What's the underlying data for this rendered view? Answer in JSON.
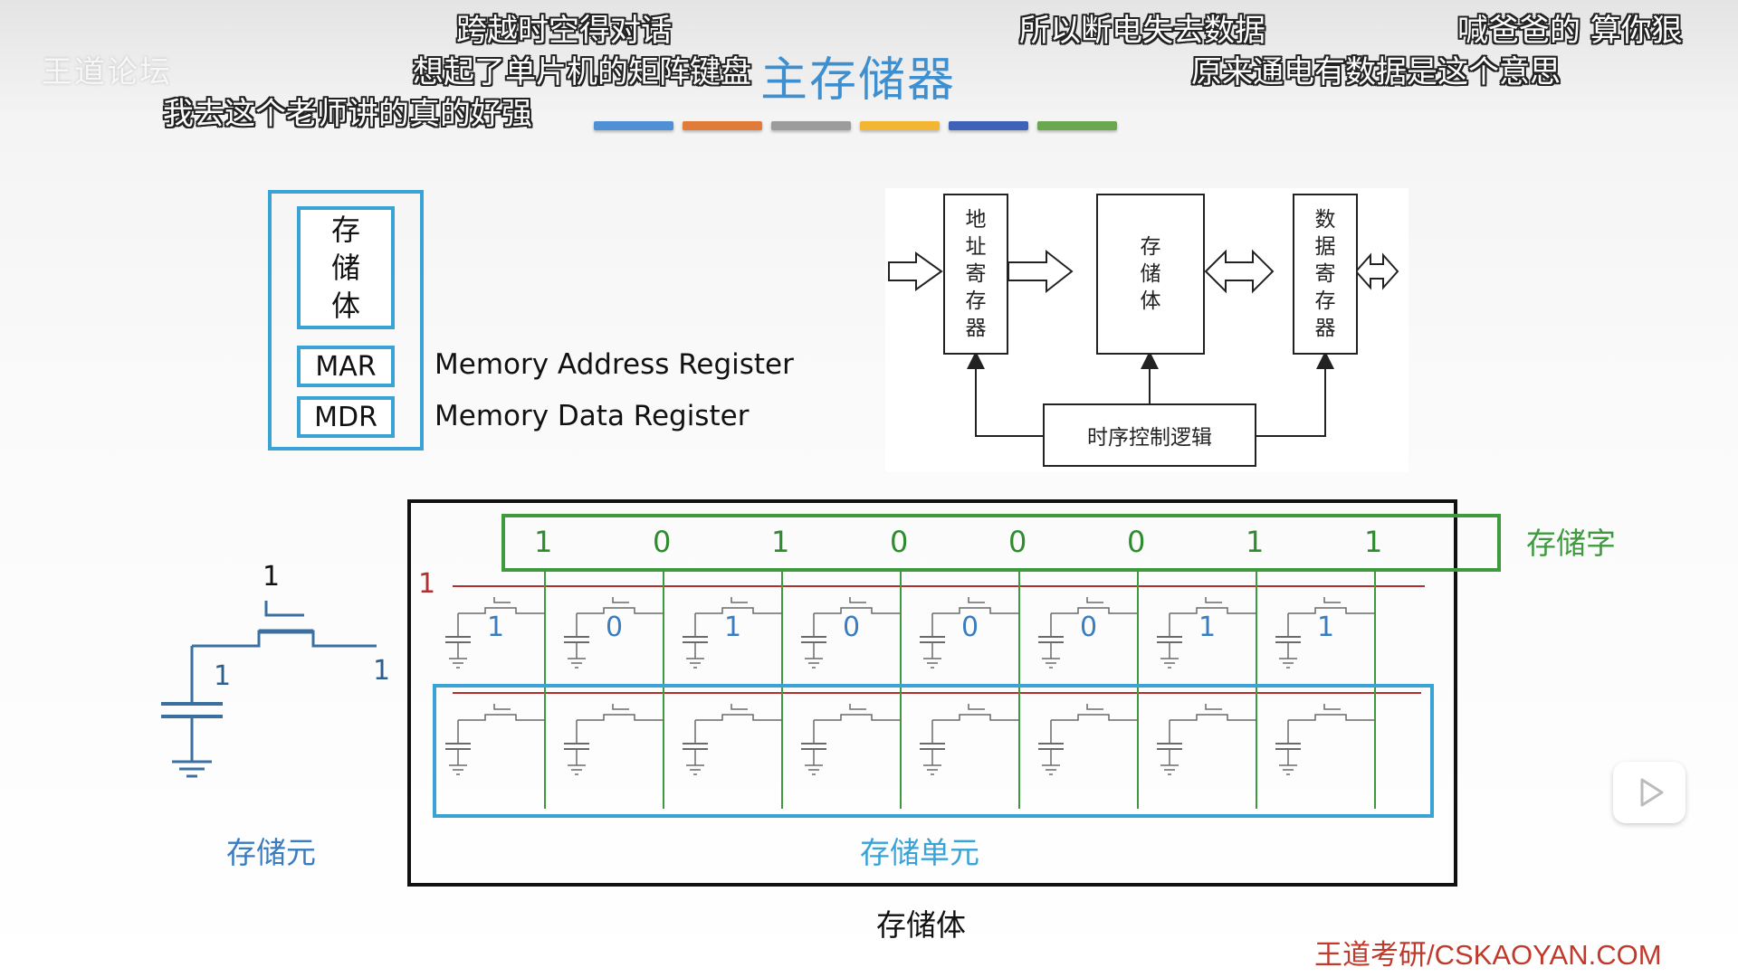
{
  "watermark_logo": "王道论坛",
  "title": "主存储器",
  "danmaku": [
    "跨越时空得对话",
    "想起了单片机的矩阵键盘",
    "我去这个老师讲的真的好强",
    "所以断电失去数据",
    "原来通电有数据是这个意思",
    "喊爸爸的  算你狠"
  ],
  "color_bars": [
    "#4f8fd6",
    "#e07b3a",
    "#9c9c9c",
    "#f2b632",
    "#3d62b8",
    "#6aa84f"
  ],
  "left_box": {
    "storage_chars": [
      "存",
      "储",
      "体"
    ],
    "mar": "MAR",
    "mdr": "MDR",
    "mar_desc": "Memory Address Register",
    "mdr_desc": "Memory Data Register"
  },
  "block_diagram": {
    "addr_reg_chars": [
      "地",
      "址",
      "寄",
      "存",
      "器"
    ],
    "storage_chars": [
      "存",
      "储",
      "体"
    ],
    "data_reg_chars": [
      "数",
      "据",
      "寄",
      "存",
      "器"
    ],
    "timing_logic": "时序控制逻辑"
  },
  "cell_diagram": {
    "top_bit": "1",
    "gate_bit": "1",
    "source_bit": "1",
    "label": "存储元"
  },
  "array": {
    "word_bits": [
      "1",
      "0",
      "1",
      "0",
      "0",
      "0",
      "1",
      "1"
    ],
    "cell_bits": [
      "1",
      "0",
      "1",
      "0",
      "0",
      "0",
      "1",
      "1"
    ],
    "row_select_bit": "1",
    "word_label": "存储字",
    "unit_label": "存储单元",
    "body_label": "存储体"
  },
  "footer_watermark": "王道考研/CSKAOYAN.COM",
  "colors": {
    "title_blue": "#3e8fd0",
    "box_blue": "#3aa3d6",
    "green": "#3e9a3e",
    "red_line": "#b03030",
    "watermark_red": "#c0392b"
  }
}
